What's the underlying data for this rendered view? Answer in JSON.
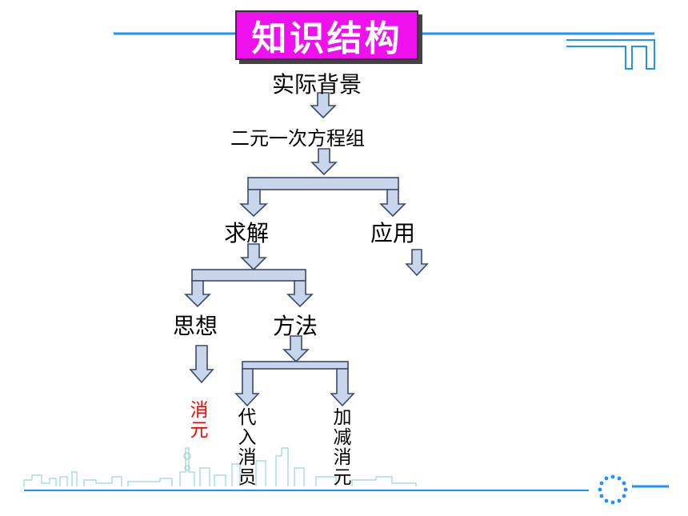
{
  "title": "知识结构",
  "nodes": {
    "background": "实际背景",
    "system": "二元一次方程组",
    "solve": "求解",
    "apply": "应用",
    "idea": "思想",
    "method": "方法",
    "elimination": "消元",
    "substitution": "代入消员",
    "addsub": "加减消元"
  },
  "colors": {
    "title_bg": "#ee11ee",
    "line_blue": "#1e90ff",
    "arrow_fill": "#c8d6ec",
    "arrow_stroke": "#3a4a6a",
    "highlight": "#ff0000"
  }
}
